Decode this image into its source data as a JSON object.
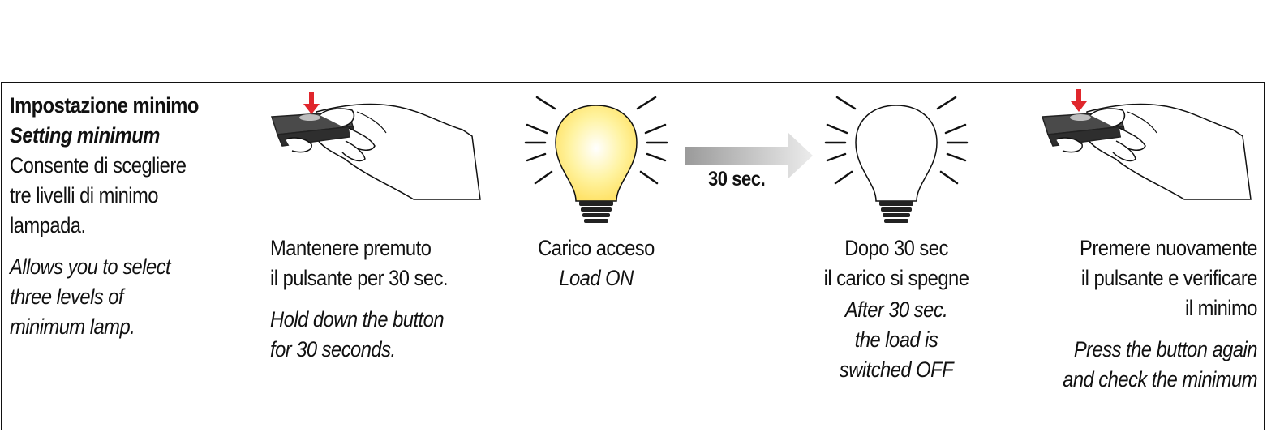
{
  "intro": {
    "title": "Impostazione minimo",
    "subtitle": "Setting minimum",
    "desc_it": [
      "Consente di scegliere",
      "tre livelli di minimo",
      "lampada."
    ],
    "desc_en": [
      "Allows you to select",
      "three levels of",
      "minimum lamp."
    ]
  },
  "step1": {
    "it": [
      "Mantenere premuto",
      " il pulsante  per 30 sec."
    ],
    "en": [
      "Hold down the button",
      "for 30 seconds."
    ]
  },
  "step2": {
    "it": [
      "Carico acceso"
    ],
    "en": [
      "Load ON"
    ]
  },
  "arrow": {
    "label": "30 sec."
  },
  "step3": {
    "it": [
      "Dopo 30 sec",
      "il carico si spegne"
    ],
    "en": [
      "After 30 sec.",
      "the load is",
      "switched OFF"
    ]
  },
  "step4": {
    "it": [
      "Premere nuovamente",
      "il pulsante e verificare",
      "il minimo"
    ],
    "en": [
      "Press the button again",
      "and check the minimum"
    ]
  },
  "colors": {
    "press_arrow": "#e0262c",
    "bulb_on": "#fff3a0",
    "remote": "#4a4a4a",
    "transition_arrow": "#c8c8c8"
  },
  "icons": [
    "hand-remote-icon",
    "press-arrow-icon",
    "bulb-on-icon",
    "bulb-off-icon",
    "transition-arrow-icon"
  ]
}
